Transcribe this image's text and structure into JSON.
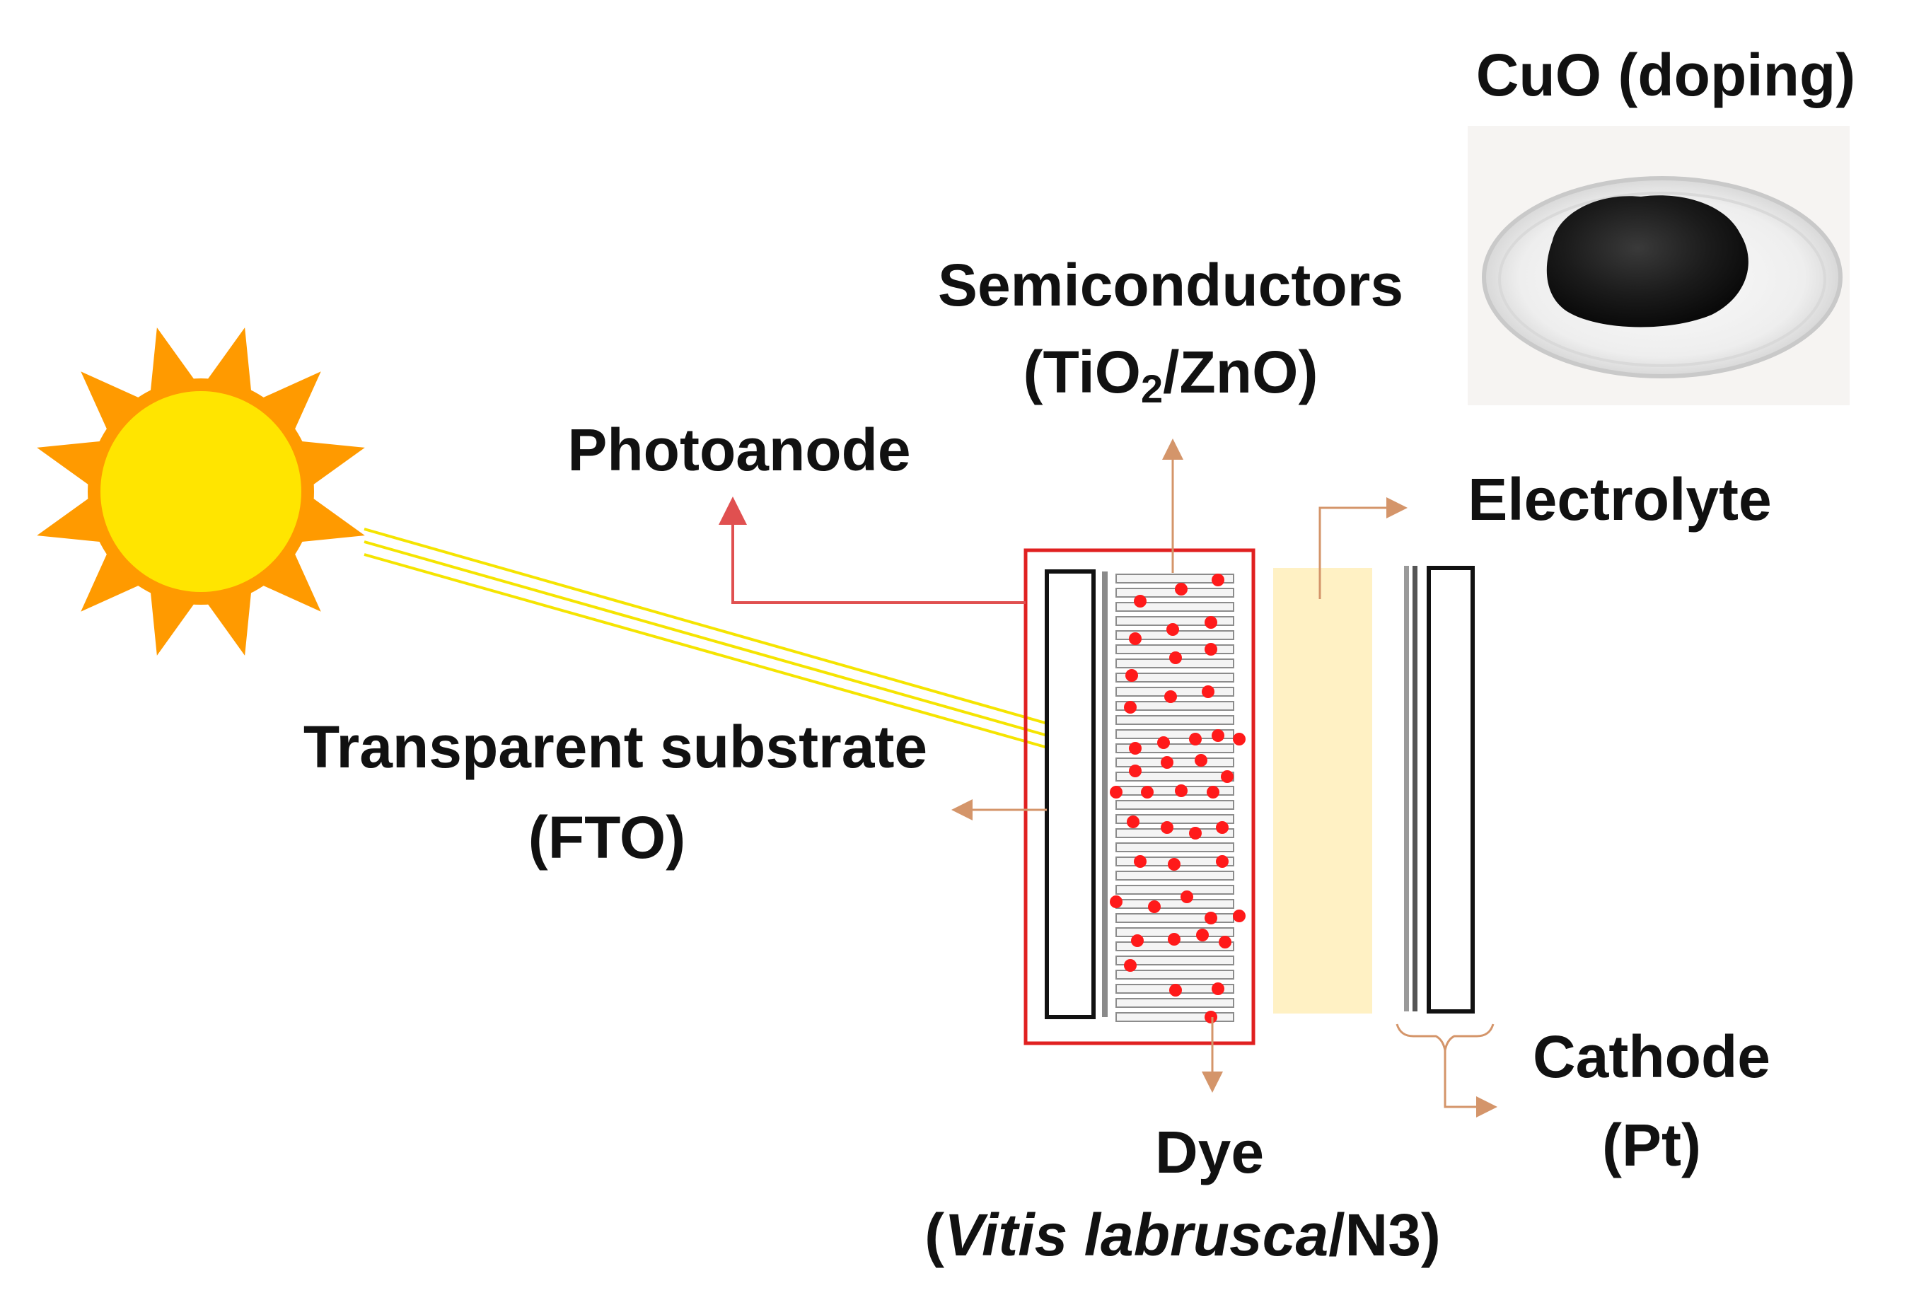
{
  "labels": {
    "cuo_title": "CuO (doping)",
    "semiconductors_line1": "Semiconductors",
    "semiconductors_open": "(TiO",
    "semiconductors_sub": "2",
    "semiconductors_close": "/ZnO)",
    "photoanode": "Photoanode",
    "electrolyte": "Electrolyte",
    "transparent_line1": "Transparent substrate",
    "transparent_line2": "(FTO)",
    "cathode_line1": "Cathode",
    "cathode_line2": "(Pt)",
    "dye_line1": "Dye",
    "dye_open": "(",
    "dye_italic": "Vitis labrusca",
    "dye_close": "/N3)"
  },
  "colors": {
    "sun_core": "#FFE500",
    "sun_rays": "#FF9A00",
    "photoanode_box": "#E02020",
    "arrow_photoanode": "#E05050",
    "arrow_other": "#D4956A",
    "electrolyte_fill": "#FFF1C4",
    "dye_dots": "#FF1A1A",
    "light_beam": "#F5E400"
  },
  "icons": {
    "sun": "sun-icon",
    "cuo_photo": "cuo-powder-dish-image"
  }
}
